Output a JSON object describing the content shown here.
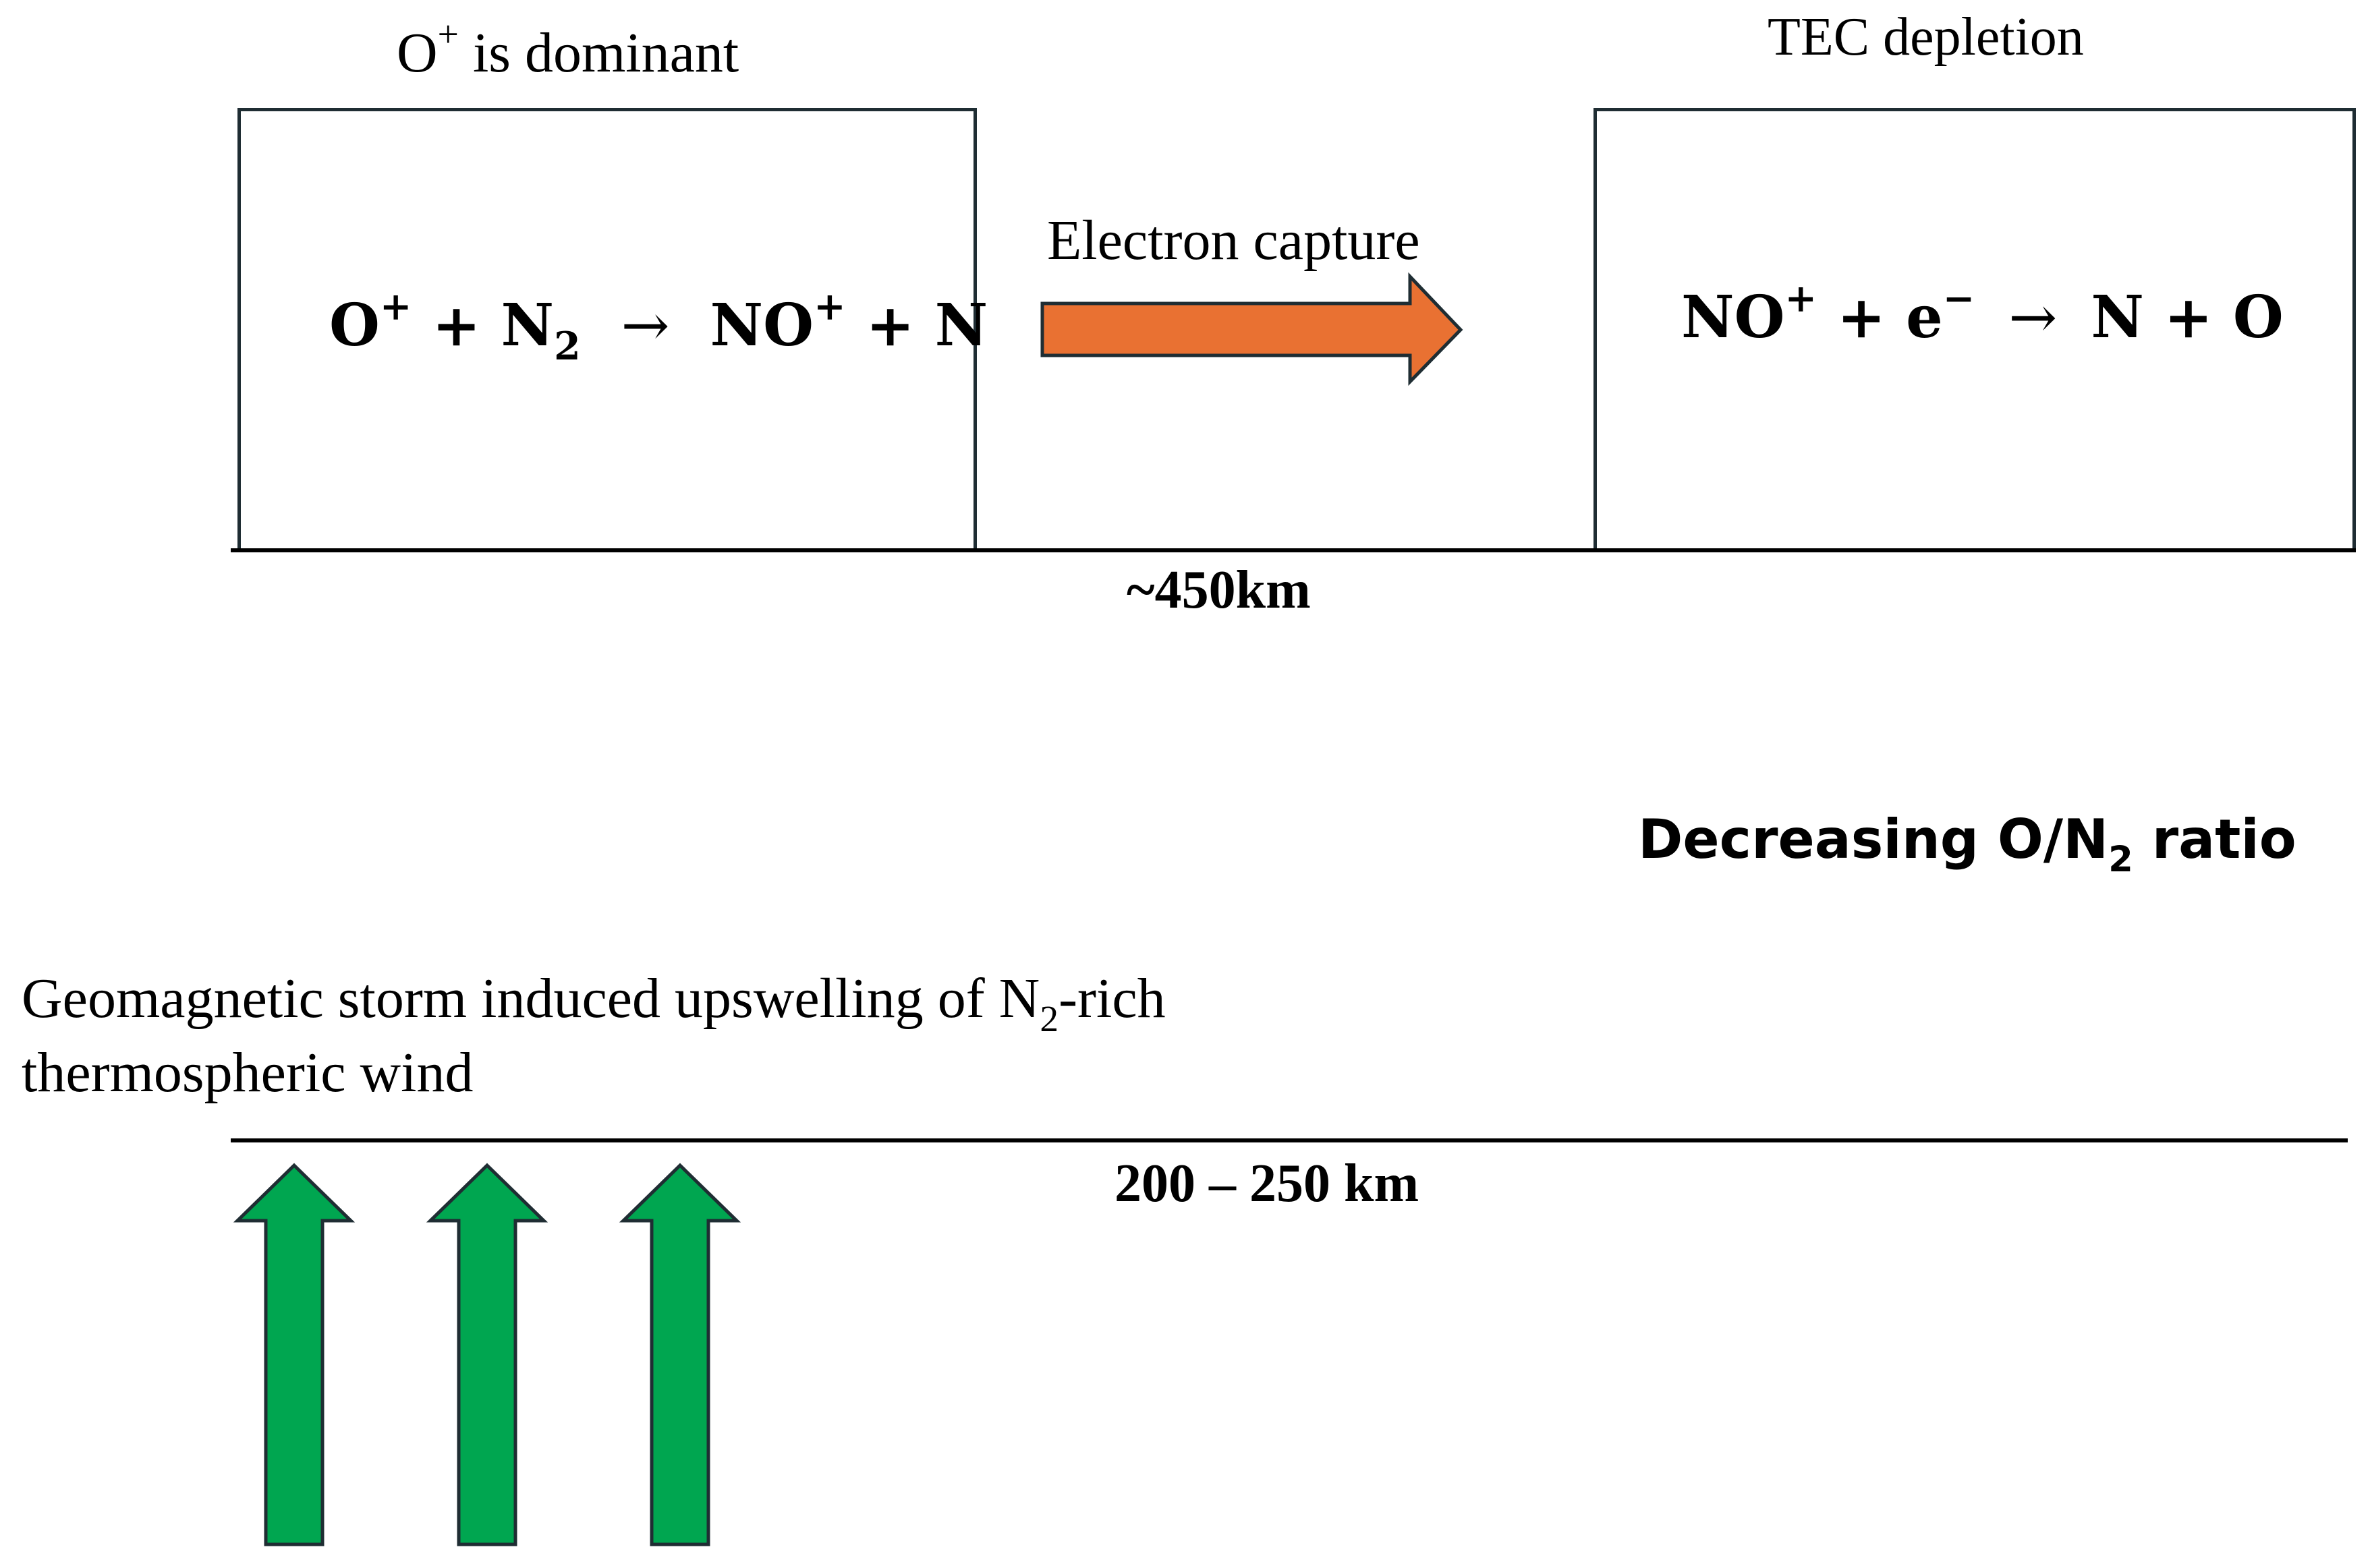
{
  "top_left": {
    "heading": {
      "species": "O",
      "charge": "+",
      "text": "is dominant"
    },
    "reaction": {
      "r1": "O",
      "r1_charge": "+",
      "plus1": "+",
      "r2": "N",
      "r2_sub": "2",
      "arrow": "→",
      "p1": "NO",
      "p1_charge": "+",
      "plus2": "+",
      "p2": "N"
    }
  },
  "middle_arrow": {
    "label": "Electron capture",
    "color": "#e97132"
  },
  "top_right": {
    "heading": "TEC depletion",
    "reaction": {
      "r1": "NO",
      "r1_charge": "+",
      "plus1": "+",
      "r2": "e",
      "r2_charge": "−",
      "arrow": "→",
      "p1": "N",
      "plus2": "+",
      "p2": "O"
    }
  },
  "upper_altitude": "~450km",
  "ratio_label": {
    "prefix": "Decreasing O/N",
    "sub": "2",
    "suffix": "ratio"
  },
  "storm_label": {
    "line1_prefix": "Geomagnetic storm induced upswelling of N",
    "line1_sub": "2",
    "line1_suffix": "-rich",
    "line2": "thermospheric wind"
  },
  "lower_altitude": "200 – 250 km",
  "up_arrows": {
    "count": 3,
    "color": "#00a650"
  }
}
